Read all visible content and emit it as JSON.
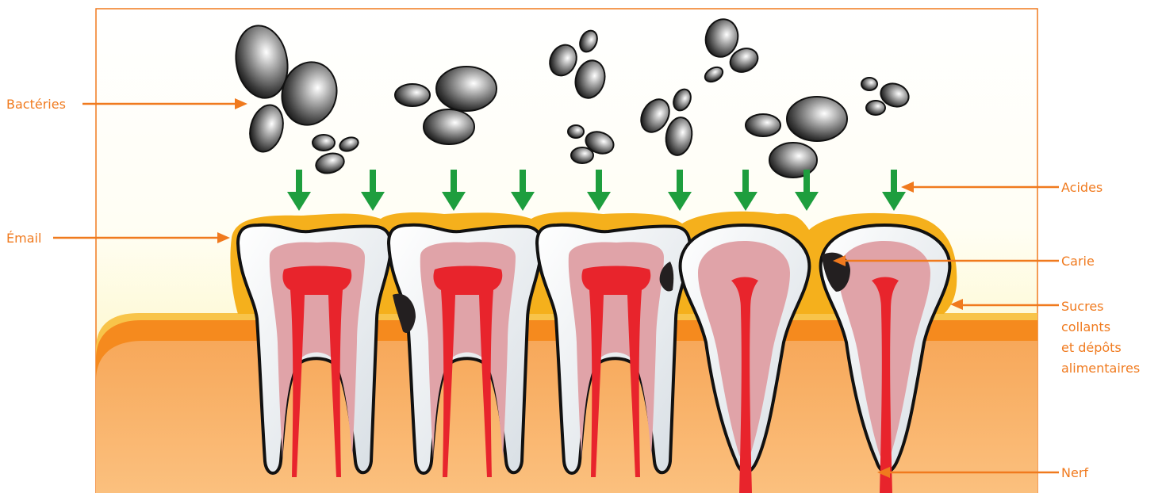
{
  "labels": {
    "bacteria": "Bactéries",
    "enamel": "Émail",
    "acids": "Acides",
    "cavity": "Carie",
    "sugars_line1": "Sucres",
    "sugars_line2": "collants",
    "sugars_line3": "et dépôts",
    "sugars_line4": "alimentaires",
    "nerve": "Nerf"
  },
  "colors": {
    "label_orange": "#f07a1e",
    "frame": "#f07a1e",
    "acid_arrow": "#1e9e3e",
    "enamel_ring": "#f5b01c",
    "gum": "#f58a1e",
    "bone": "#f8b36a",
    "dentin": "#e0a3a8",
    "pulp": "#e8242c",
    "cavity": "#231f20"
  }
}
